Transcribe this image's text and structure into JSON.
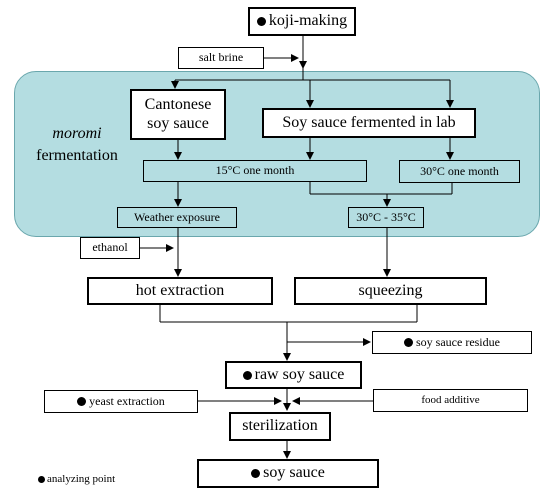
{
  "nodes": {
    "koji_making": "koji-making",
    "salt_brine": "salt brine",
    "cantonese_line1": "Cantonese",
    "cantonese_line2": "soy sauce",
    "lab_sauce": "Soy sauce fermented in lab",
    "temp_15": "15°C one month",
    "temp_30_month": "30°C one month",
    "weather": "Weather exposure",
    "temp_30_35": "30°C - 35°C",
    "ethanol": "ethanol",
    "hot_extraction": "hot extraction",
    "squeezing": "squeezing",
    "residue": "soy sauce residue",
    "raw": "raw soy sauce",
    "yeast": "yeast extraction",
    "food_additive": "food additive",
    "sterilization": "sterilization",
    "final": "soy sauce"
  },
  "region": {
    "label_italic": "moromi",
    "label_rest": "fermentation"
  },
  "legend": {
    "label": "analyzing point"
  },
  "colors": {
    "region_fill": "#b4dde1",
    "region_border": "#6aa7ad",
    "line": "#000000"
  }
}
